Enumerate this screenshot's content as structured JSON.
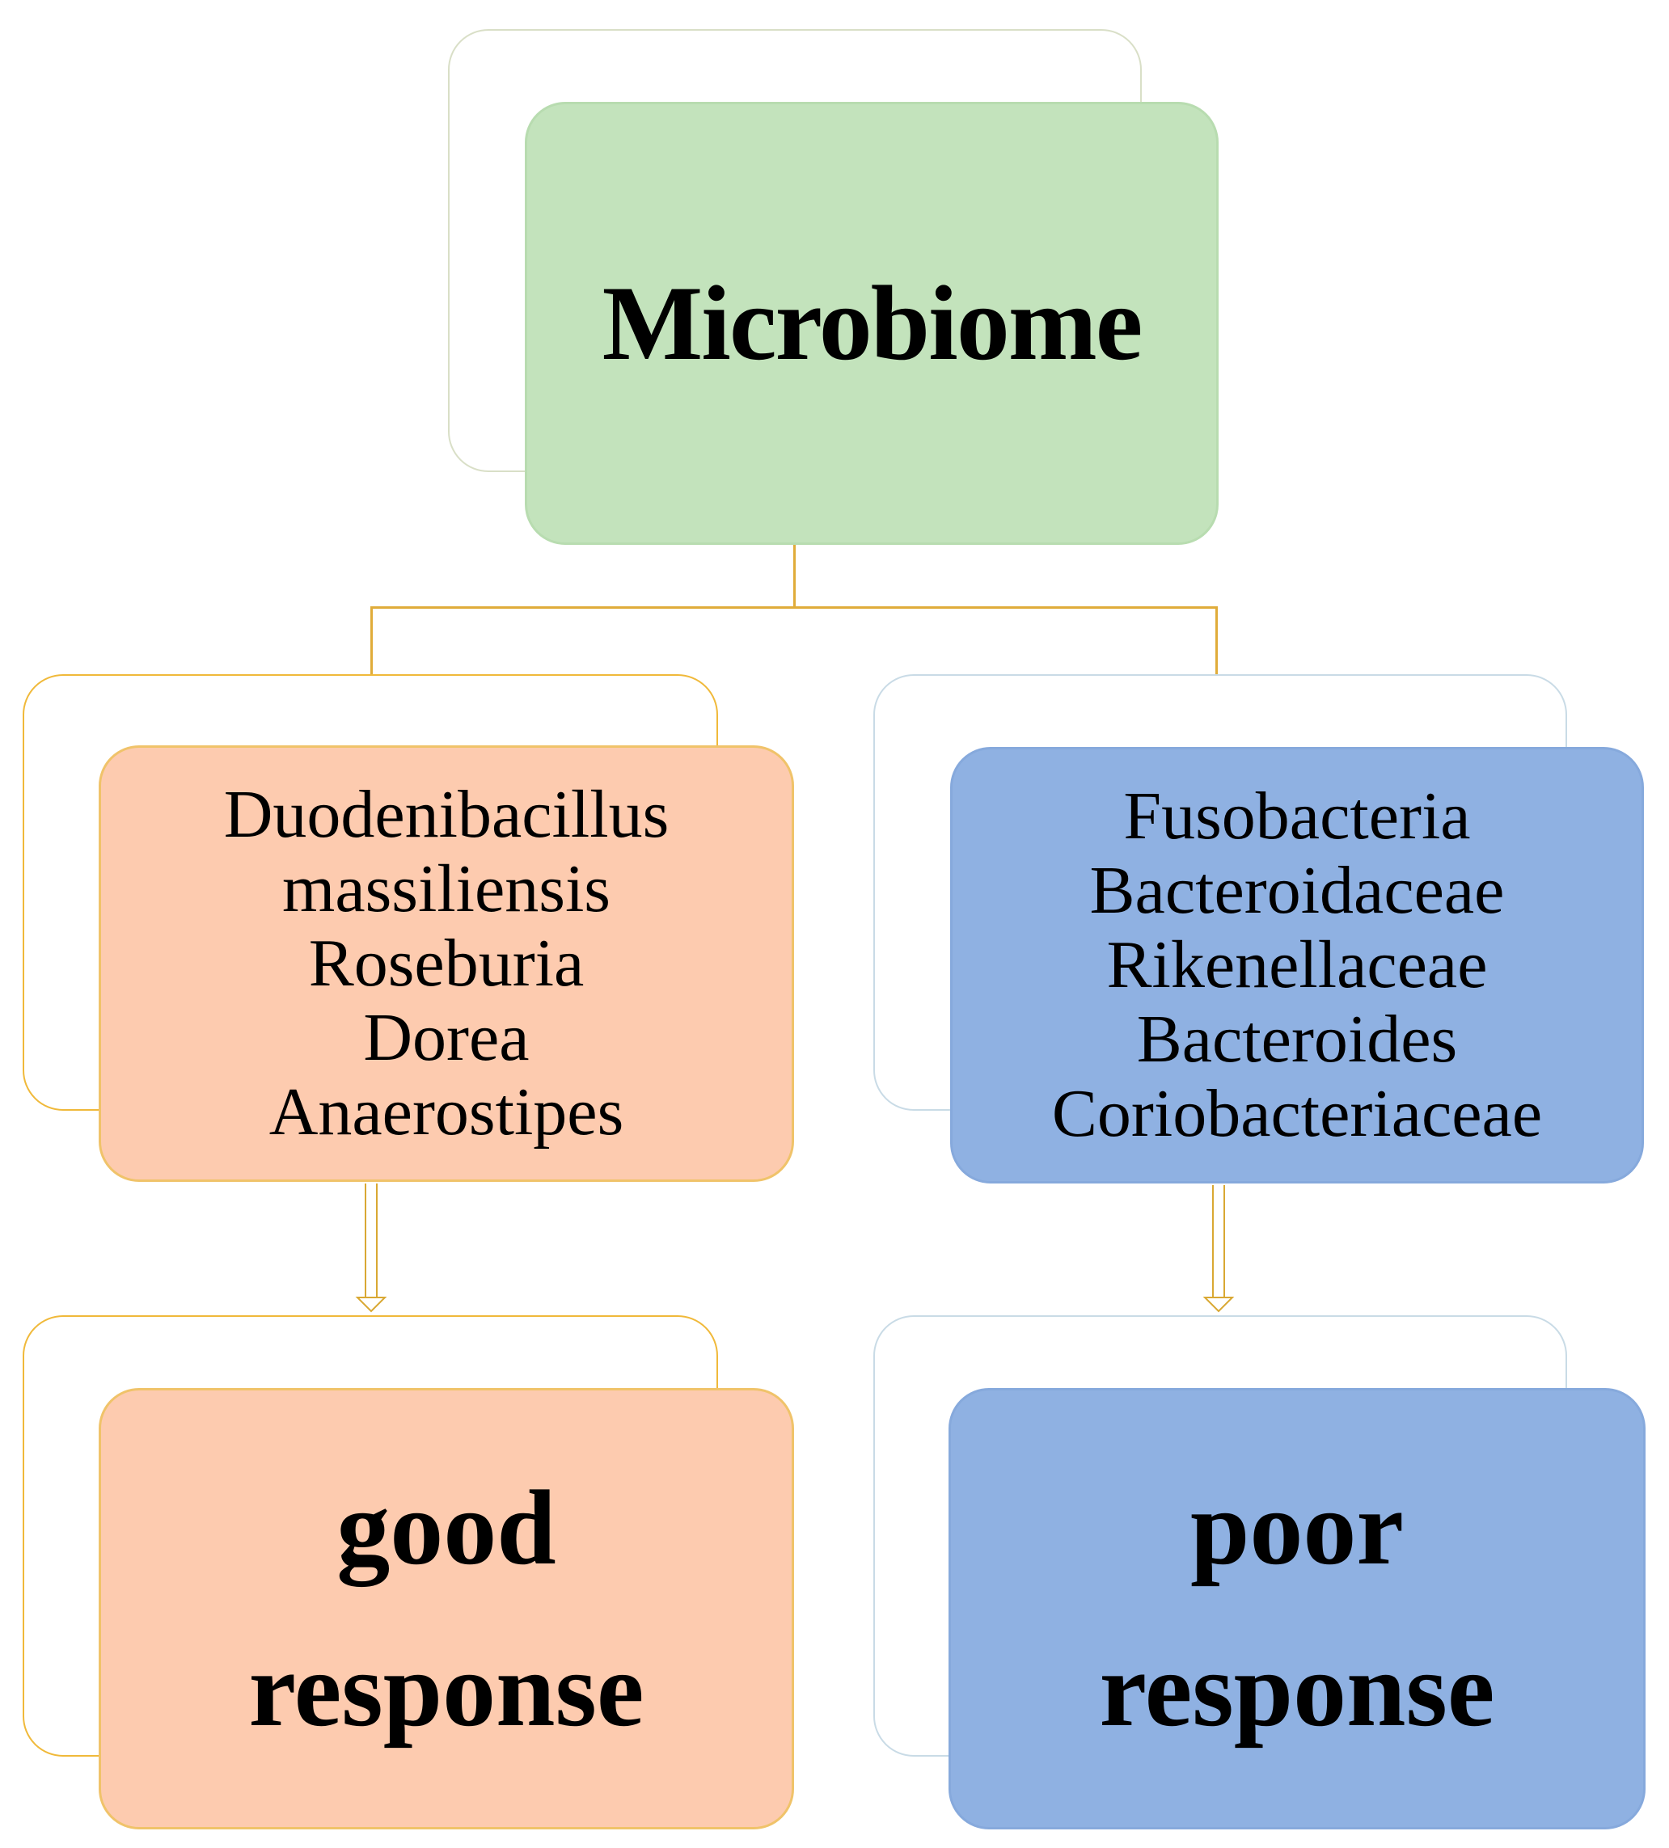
{
  "root": {
    "label": "Microbiome",
    "color": "#c3e3bc"
  },
  "branches": [
    {
      "id": "good",
      "color": "#fdcbaf",
      "taxa": [
        "Duodenibacillus",
        "massiliensis",
        "Roseburia",
        "Dorea",
        "Anaerostipes"
      ],
      "outcome_lines": [
        "good",
        "response"
      ]
    },
    {
      "id": "poor",
      "color": "#8fb1e2",
      "taxa": [
        "Fusobacteria",
        "Bacteroidaceae",
        "Rikenellaceae",
        "Bacteroides",
        "Coriobacteriaceae"
      ],
      "outcome_lines": [
        "poor",
        "response"
      ]
    }
  ],
  "connector_color": "#e0ac3a"
}
